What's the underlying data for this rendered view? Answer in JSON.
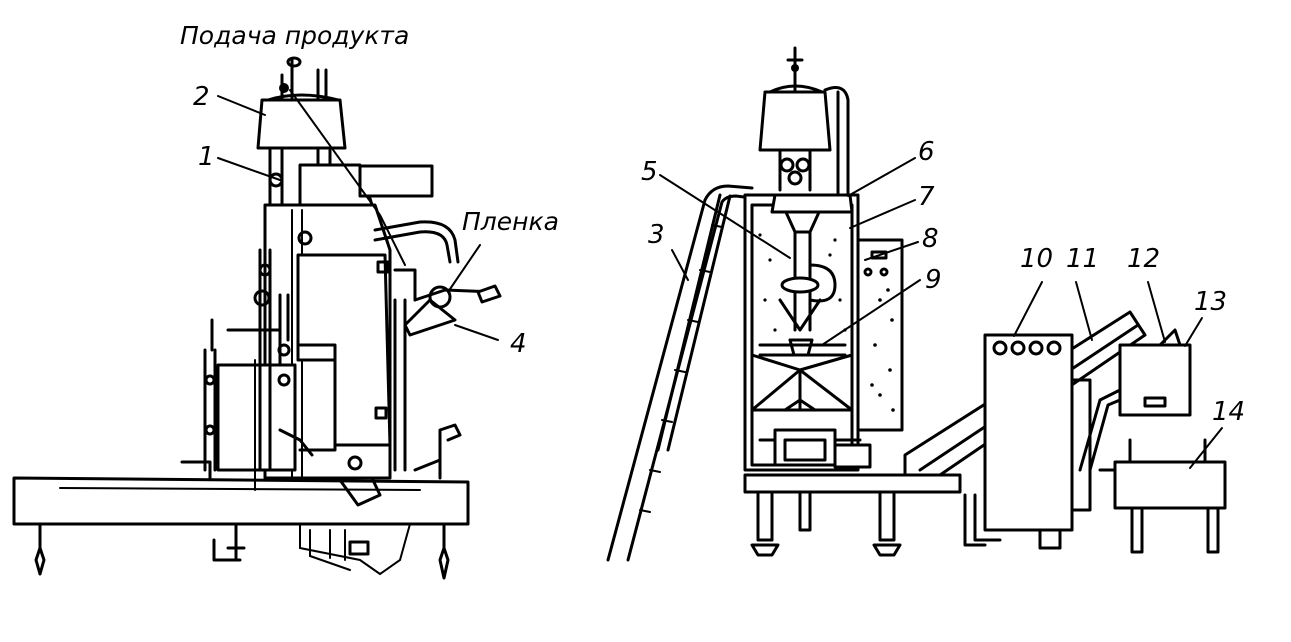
{
  "labels": {
    "product_feed": "Подача продукта",
    "film": "Пленка",
    "n1": "1",
    "n2": "2",
    "n3": "3",
    "n4": "4",
    "n5": "5",
    "n6": "6",
    "n7": "7",
    "n8": "8",
    "n9": "9",
    "n10": "10",
    "n11": "11",
    "n12": "12",
    "n13": "13",
    "n14": "14"
  }
}
